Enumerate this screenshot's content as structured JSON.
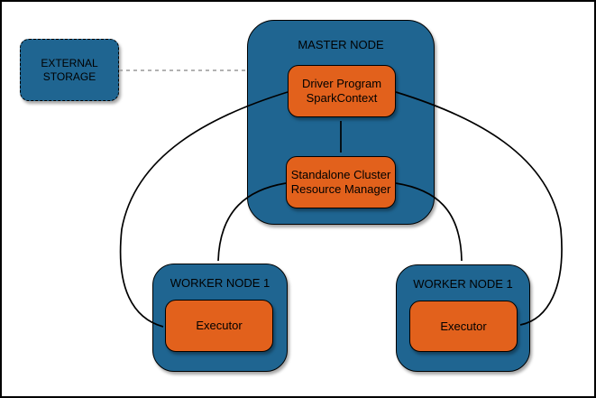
{
  "diagram": {
    "nodes": {
      "external_storage": {
        "line1": "EXTERNAL",
        "line2": "STORAGE"
      },
      "master": {
        "label": "MASTER NODE"
      },
      "driver": {
        "line1": "Driver Program",
        "line2": "SparkContext"
      },
      "resource_manager": {
        "line1": "Standalone Cluster",
        "line2": "Resource Manager"
      },
      "worker_left": {
        "label": "WORKER NODE 1",
        "executor_label": "Executor"
      },
      "worker_right": {
        "label": "WORKER NODE 1",
        "executor_label": "Executor"
      }
    },
    "edges": [
      {
        "from": "external-storage",
        "to": "master-node",
        "style": "dashed",
        "arrows": "none"
      },
      {
        "from": "driver-program",
        "to": "resource-manager",
        "style": "solid",
        "arrows": "both"
      },
      {
        "from": "driver-program",
        "to": "executor-left",
        "style": "solid",
        "arrows": "both"
      },
      {
        "from": "driver-program",
        "to": "executor-right",
        "style": "solid",
        "arrows": "both"
      },
      {
        "from": "resource-manager",
        "to": "worker-left",
        "style": "solid",
        "arrows": "both"
      },
      {
        "from": "resource-manager",
        "to": "worker-right",
        "style": "solid",
        "arrows": "both"
      }
    ],
    "colors": {
      "node_fill": "#1f6591",
      "box_fill": "#e2611c",
      "edge_stroke": "#000000",
      "dashed_stroke": "#999999"
    }
  }
}
